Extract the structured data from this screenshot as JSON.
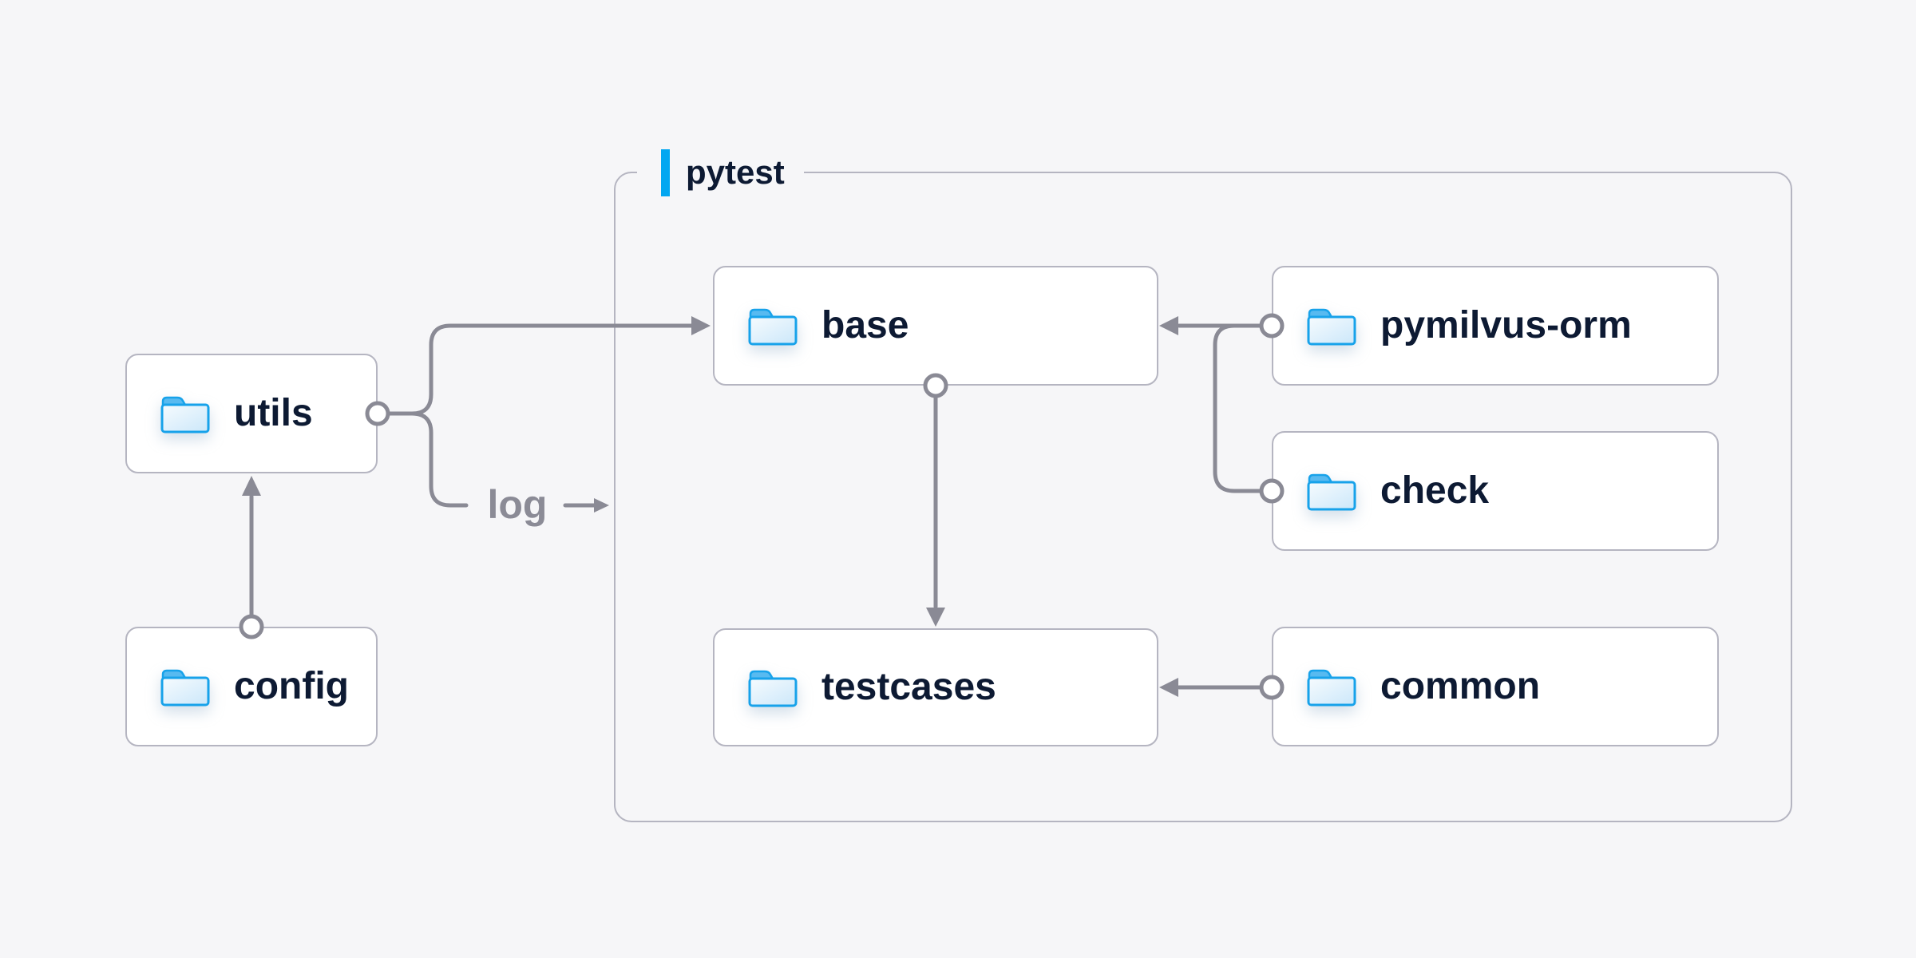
{
  "diagram": {
    "container": {
      "label": "pytest"
    },
    "nodes": [
      {
        "id": "utils",
        "label": "utils"
      },
      {
        "id": "config",
        "label": "config"
      },
      {
        "id": "base",
        "label": "base"
      },
      {
        "id": "pymilvus-orm",
        "label": "pymilvus-orm"
      },
      {
        "id": "check",
        "label": "check"
      },
      {
        "id": "testcases",
        "label": "testcases"
      },
      {
        "id": "common",
        "label": "common"
      }
    ],
    "edges": [
      {
        "from": "config",
        "to": "utils",
        "label": ""
      },
      {
        "from": "utils",
        "to": "base",
        "label": ""
      },
      {
        "from": "utils",
        "to": "pytest",
        "label": "log"
      },
      {
        "from": "pymilvus-orm",
        "to": "base",
        "label": ""
      },
      {
        "from": "check",
        "to": "base",
        "label": ""
      },
      {
        "from": "base",
        "to": "testcases",
        "label": ""
      },
      {
        "from": "common",
        "to": "testcases",
        "label": ""
      }
    ],
    "icons": {
      "node_icon": "folder-icon"
    },
    "colors": {
      "background": "#f6f6f8",
      "accent_bar": "#03a7f1",
      "text": "#0d1a33",
      "connector": "#8a8a95",
      "node_border": "#b5b5c1",
      "node_background": "#ffffff",
      "folder_outline": "#17a2ea",
      "folder_tab": "#58baf0",
      "edge_label_color": "#8b8b96"
    }
  }
}
